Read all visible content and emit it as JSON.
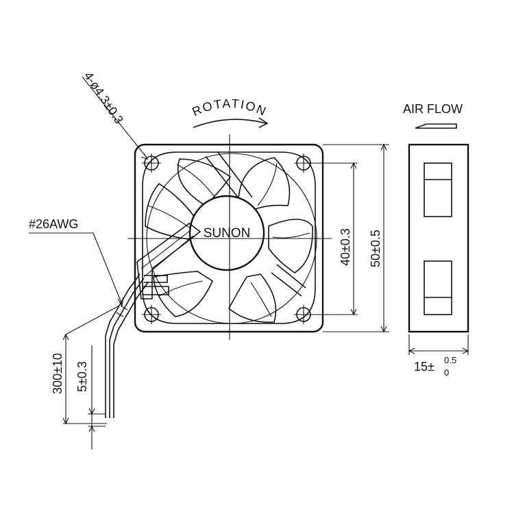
{
  "labels": {
    "hole_spec": "4-ø4.3±0.3",
    "rotation": "ROTATION",
    "air_flow": "AIR FLOW",
    "wire_gauge": "#26AWG",
    "brand": "SUNON",
    "dim_inner": "40±0.3",
    "dim_outer": "50±0.5",
    "dim_lead": "300±10",
    "dim_strip": "5±0.3",
    "dim_thickness_base": "15±",
    "dim_thickness_upper": "0.5",
    "dim_thickness_lower": "0"
  },
  "colors": {
    "line": "#111111",
    "background": "#ffffff"
  }
}
